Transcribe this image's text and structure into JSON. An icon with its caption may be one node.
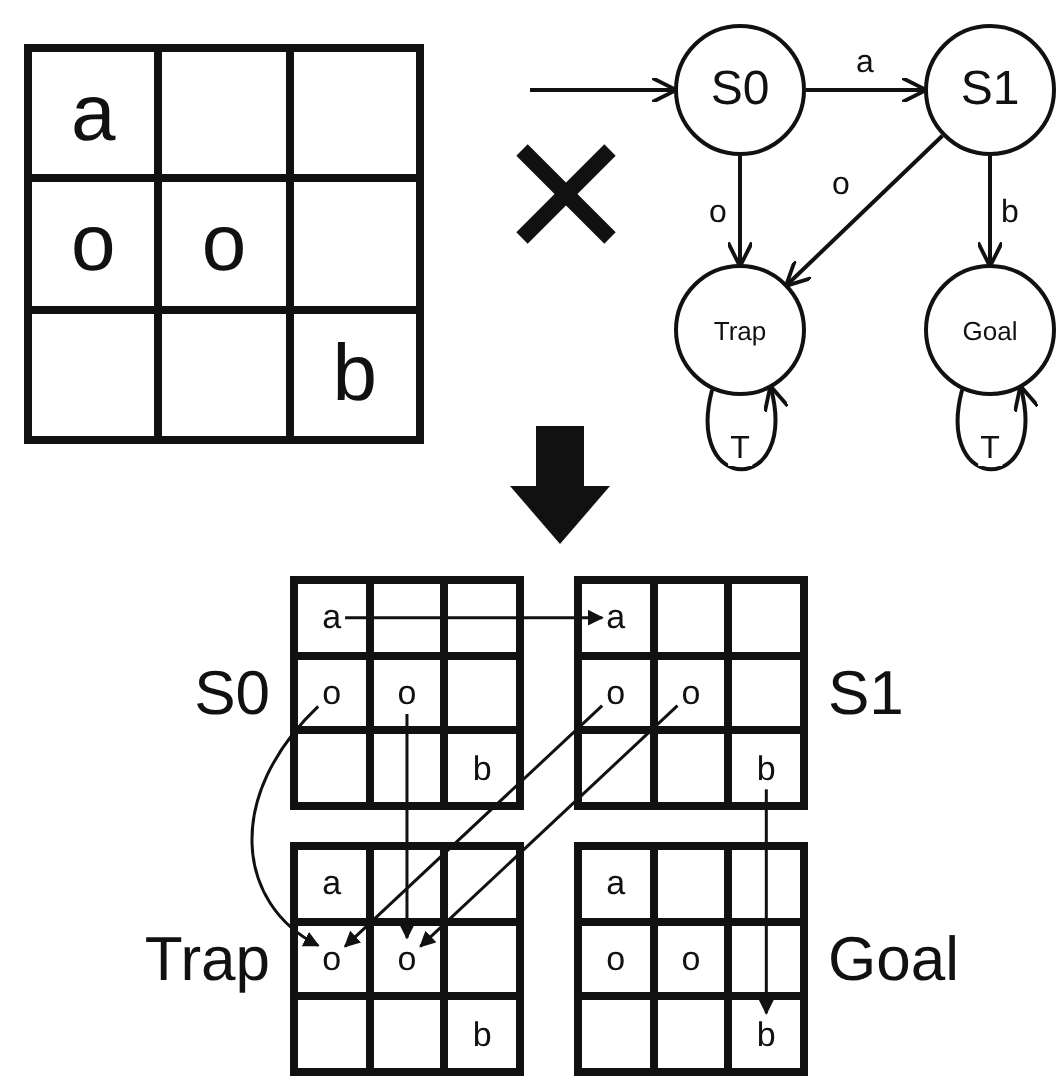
{
  "diagram": {
    "nodes": [
      {
        "text": [],
        "shape": "box"
      },
      {
        "text": [
          "a"
        ],
        "in": 0
      },
      {
        "text": [
          "o"
        ],
        "in": 0
      },
      {
        "text": [
          "o"
        ],
        "in": 0
      },
      {
        "text": [
          "b"
        ],
        "in": 0
      },
      {
        "text": [
          "S0"
        ]
      },
      {
        "text": [
          "S1"
        ]
      },
      {
        "text": [
          "Trap"
        ]
      },
      {
        "text": [
          "Goal"
        ]
      },
      {
        "text": [
          "S0"
        ]
      },
      {
        "text": [
          "a"
        ],
        "in": 9
      },
      {
        "text": [
          "o"
        ],
        "in": 9
      },
      {
        "text": [
          "o"
        ],
        "in": 9
      },
      {
        "text": [
          "b"
        ],
        "in": 9
      },
      {
        "text": [
          "S1"
        ]
      },
      {
        "text": [
          "a"
        ],
        "in": 14
      },
      {
        "text": [
          "o"
        ],
        "in": 14
      },
      {
        "text": [
          "o"
        ],
        "in": 14
      },
      {
        "text": [
          "b"
        ],
        "in": 14
      },
      {
        "text": [
          "Trap"
        ]
      },
      {
        "text": [
          "a"
        ],
        "in": 19
      },
      {
        "text": [
          "o"
        ],
        "in": 19
      },
      {
        "text": [
          "o"
        ],
        "in": 19
      },
      {
        "text": [
          "b"
        ],
        "in": 19
      },
      {
        "text": [
          "Goal"
        ]
      },
      {
        "text": [
          "a"
        ],
        "in": 24
      },
      {
        "text": [
          "o"
        ],
        "in": 24
      },
      {
        "text": [
          "o"
        ],
        "in": 24
      },
      {
        "text": [
          "b"
        ],
        "in": 24
      }
    ],
    "edges": [
      {
        "from": null,
        "to": 5,
        "arrow": "to"
      },
      {
        "from": 5,
        "to": 6,
        "arrow": "to",
        "label": "a"
      },
      {
        "from": 5,
        "to": 7,
        "arrow": "to",
        "label": "o"
      },
      {
        "from": 6,
        "to": 7,
        "arrow": "to",
        "label": "o"
      },
      {
        "from": 6,
        "to": 8,
        "arrow": "to",
        "label": "b"
      },
      {
        "from": 7,
        "to": 7,
        "arrow": "to",
        "label": "T"
      },
      {
        "from": 8,
        "to": 8,
        "arrow": "to",
        "label": "T"
      },
      {
        "from": 10,
        "to": 15,
        "arrow": "to"
      },
      {
        "from": 11,
        "to": 21,
        "arrow": "to"
      },
      {
        "from": 12,
        "to": 22,
        "arrow": "to"
      },
      {
        "from": 16,
        "to": 21,
        "arrow": "to"
      },
      {
        "from": 17,
        "to": 22,
        "arrow": "to"
      },
      {
        "from": 18,
        "to": 28,
        "arrow": "to"
      }
    ]
  }
}
